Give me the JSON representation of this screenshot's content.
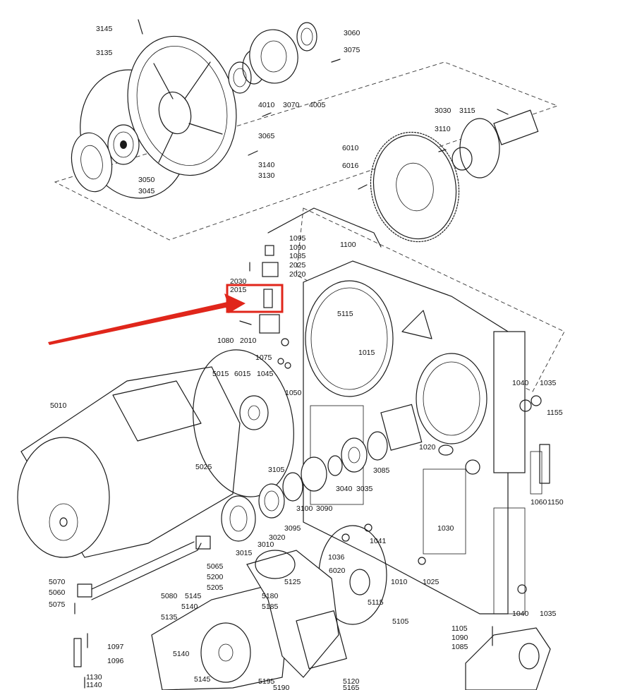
{
  "figure": {
    "type": "exploded-parts-diagram",
    "highlight_color": "#e0261b",
    "highlighted_part": "2015"
  },
  "labels": [
    "3145",
    "3060",
    "3135",
    "3075",
    "4010",
    "3070",
    "4005",
    "3065",
    "3140",
    "3130",
    "3050",
    "3045",
    "3030",
    "3115",
    "3110",
    "6010",
    "6016",
    "1095",
    "1090",
    "1085",
    "2025",
    "2020",
    "1100",
    "2030",
    "2015",
    "5115",
    "1015",
    "1080",
    "2010",
    "1075",
    "1045",
    "6015",
    "5015",
    "1050",
    "5010",
    "5025",
    "1040",
    "1035",
    "1155",
    "1020",
    "3085",
    "3035",
    "3040",
    "3105",
    "3100",
    "3090",
    "1060",
    "1150",
    "3020",
    "3095",
    "3010",
    "3015",
    "1030",
    "1041",
    "1036",
    "6020",
    "1010",
    "1025",
    "5070",
    "5065",
    "5060",
    "5200",
    "5205",
    "5080",
    "5125",
    "5140",
    "5145",
    "5180",
    "5185",
    "5075",
    "5135",
    "5115",
    "5105",
    "1040",
    "1035",
    "1105",
    "1090",
    "1085",
    "1097",
    "1096",
    "5140",
    "5145",
    "5195",
    "5120",
    "1130",
    "1140",
    "5190",
    "5165"
  ]
}
